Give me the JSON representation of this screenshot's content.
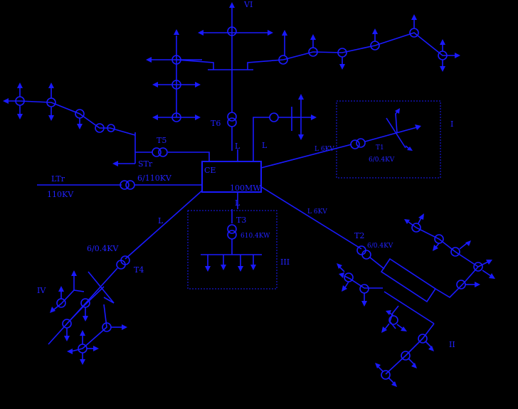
{
  "labels": {
    "vi": "VI",
    "i": "I",
    "ii": "II",
    "iii": "III",
    "iv": "IV",
    "t1": "T1",
    "t2": "T2",
    "t3": "T3",
    "t4": "T4",
    "t5": "T5",
    "t6": "T6",
    "ce": "CE",
    "power": "100MW",
    "ltr": "LTr",
    "kv110": "110KV",
    "kv6_110": "6/110KV",
    "str": "STr",
    "l_top": "L",
    "l_right": "L",
    "l_6kv_upper": "L 6KV",
    "l_6kv_lower": "L 6KV",
    "l_bottom": "L",
    "l_left": "L",
    "t1_rating": "6/0.4KV",
    "t2_rating": "6/0.4KV",
    "t3_rating": "610.4KW",
    "t4_rating": "6/0.4KV"
  },
  "colors": {
    "background": "#000000",
    "line": "#1a1aff"
  }
}
